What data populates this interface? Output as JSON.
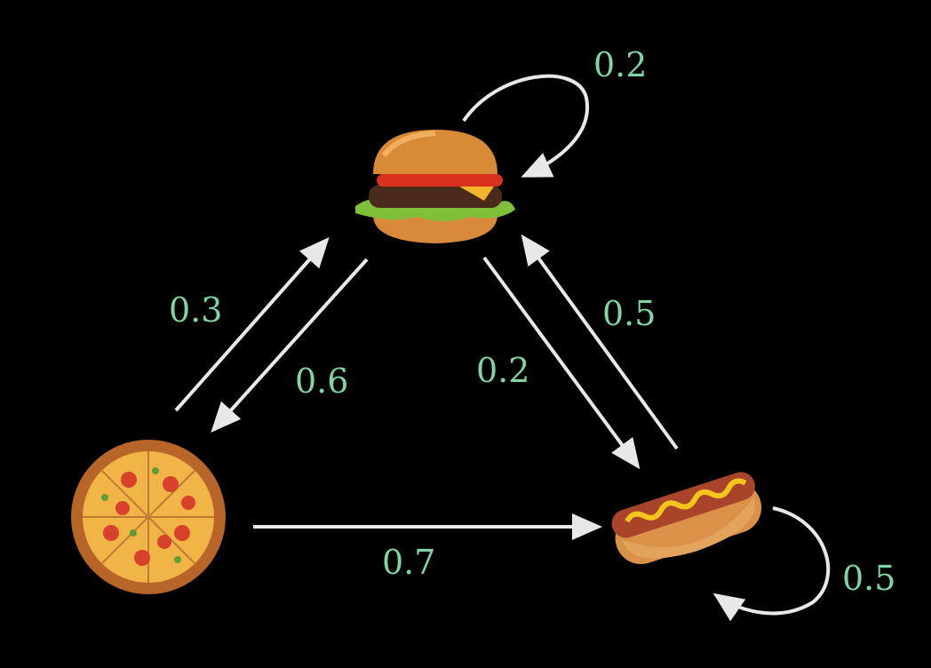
{
  "states": [
    {
      "id": "burger",
      "name": "burger"
    },
    {
      "id": "pizza",
      "name": "pizza"
    },
    {
      "id": "hotdog",
      "name": "hotdog"
    }
  ],
  "edges": [
    {
      "from": "pizza",
      "to": "burger",
      "label": "0.3"
    },
    {
      "from": "burger",
      "to": "pizza",
      "label": "0.6"
    },
    {
      "from": "burger",
      "to": "hotdog",
      "label": "0.2"
    },
    {
      "from": "hotdog",
      "to": "burger",
      "label": "0.5"
    },
    {
      "from": "pizza",
      "to": "hotdog",
      "label": "0.7"
    },
    {
      "from": "burger",
      "to": "burger",
      "label": "0.2"
    },
    {
      "from": "hotdog",
      "to": "hotdog",
      "label": "0.5"
    }
  ],
  "colors": {
    "background": "#000000",
    "label": "#80d6a3",
    "arrow": "#e8e8e8"
  }
}
